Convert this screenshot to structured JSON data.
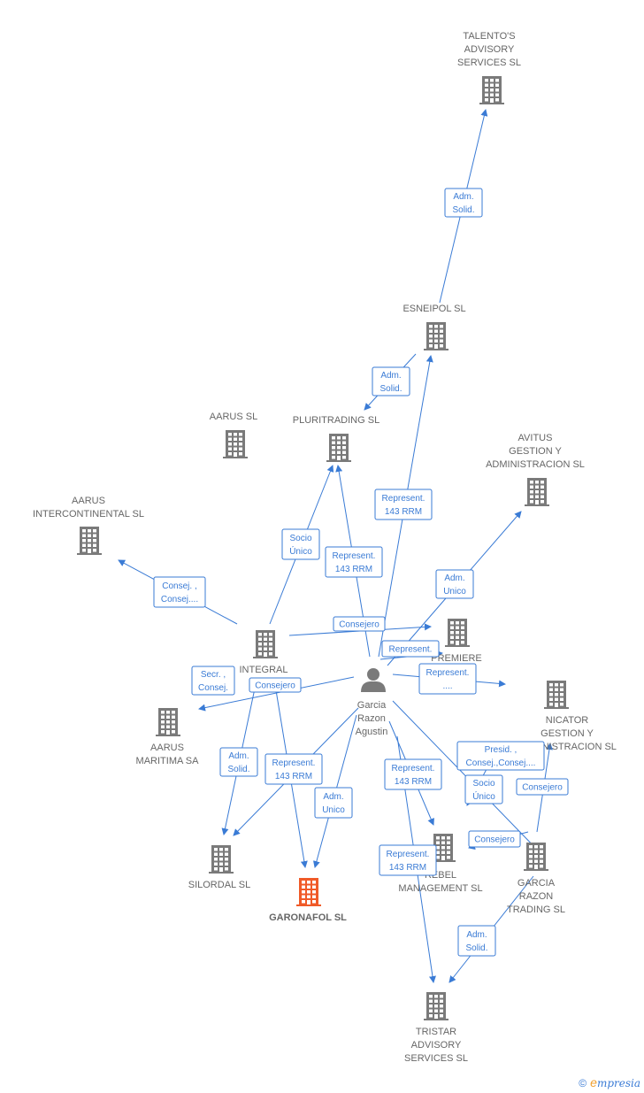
{
  "colors": {
    "building": "#7a7a7a",
    "focus": "#f05a28",
    "person": "#7a7a7a",
    "edge": "#3a7bd5"
  },
  "nodes": [
    {
      "id": "talentos",
      "lines": [
        "TALENTO'S",
        "ADVISORY",
        "SERVICES SL"
      ],
      "type": "building",
      "icon": "building-icon"
    },
    {
      "id": "esneipol",
      "lines": [
        "ESNEIPOL SL"
      ],
      "type": "building",
      "icon": "building-icon"
    },
    {
      "id": "aarus",
      "lines": [
        "AARUS SL"
      ],
      "type": "building",
      "icon": "building-icon"
    },
    {
      "id": "pluritrading",
      "lines": [
        "PLURITRADING SL"
      ],
      "type": "building",
      "icon": "building-icon"
    },
    {
      "id": "avitus",
      "lines": [
        "AVITUS",
        "GESTION Y",
        "ADMINISTRACION SL"
      ],
      "type": "building",
      "icon": "building-icon"
    },
    {
      "id": "aarusint",
      "lines": [
        "AARUS",
        "INTERCONTINENTAL SL"
      ],
      "type": "building",
      "icon": "building-icon"
    },
    {
      "id": "integral",
      "lines": [
        "INTEGRAL"
      ],
      "type": "building",
      "icon": "building-icon"
    },
    {
      "id": "premiere",
      "lines": [
        "PREMIERE"
      ],
      "type": "building",
      "icon": "building-icon"
    },
    {
      "id": "person",
      "lines": [
        "Garcia",
        "Razon",
        "Agustin"
      ],
      "type": "person",
      "icon": "person-icon"
    },
    {
      "id": "aarusmar",
      "lines": [
        "AARUS",
        "MARITIMA SA"
      ],
      "type": "building",
      "icon": "building-icon"
    },
    {
      "id": "nicator",
      "lines": [
        "NICATOR",
        "GESTION Y",
        "ADMINISTRACION SL"
      ],
      "type": "building",
      "icon": "building-icon"
    },
    {
      "id": "silordal",
      "lines": [
        "SILORDAL SL"
      ],
      "type": "building",
      "icon": "building-icon"
    },
    {
      "id": "garonafol",
      "lines": [
        "GARONAFOL SL"
      ],
      "type": "focus",
      "icon": "building-icon"
    },
    {
      "id": "rebel",
      "lines": [
        "REBEL",
        "MANAGEMENT SL"
      ],
      "type": "building",
      "icon": "building-icon"
    },
    {
      "id": "garciatrading",
      "lines": [
        "GARCIA",
        "RAZON",
        "TRADING SL"
      ],
      "type": "building",
      "icon": "building-icon"
    },
    {
      "id": "tristar",
      "lines": [
        "TRISTAR",
        "ADVISORY",
        "SERVICES  SL"
      ],
      "type": "building",
      "icon": "building-icon"
    }
  ],
  "edges": [
    {
      "lines": [
        "Adm.",
        "Solid."
      ]
    },
    {
      "lines": [
        "Adm.",
        "Solid."
      ]
    },
    {
      "lines": [
        "Represent.",
        "143 RRM"
      ]
    },
    {
      "lines": [
        "Socio",
        "Único"
      ]
    },
    {
      "lines": [
        "Represent.",
        "143 RRM"
      ]
    },
    {
      "lines": [
        "Consej. ,",
        "Consej...."
      ]
    },
    {
      "lines": [
        "Adm.",
        "Unico"
      ]
    },
    {
      "lines": [
        "Consejero"
      ]
    },
    {
      "lines": [
        "Represent."
      ]
    },
    {
      "lines": [
        "Represent.",
        "...."
      ]
    },
    {
      "lines": [
        "Secr. ,",
        "Consej."
      ]
    },
    {
      "lines": [
        "Consejero"
      ]
    },
    {
      "lines": [
        "Adm.",
        "Solid."
      ]
    },
    {
      "lines": [
        "Represent.",
        "143 RRM"
      ]
    },
    {
      "lines": [
        "Adm.",
        "Unico"
      ]
    },
    {
      "lines": [
        "Represent.",
        "143 RRM"
      ]
    },
    {
      "lines": [
        "Presid. ,",
        "Consej.,Consej...."
      ]
    },
    {
      "lines": [
        "Socio",
        "Único"
      ]
    },
    {
      "lines": [
        "Consejero"
      ]
    },
    {
      "lines": [
        "Consejero"
      ]
    },
    {
      "lines": [
        "Represent.",
        "143 RRM"
      ]
    },
    {
      "lines": [
        "Adm.",
        "Solid."
      ]
    }
  ],
  "footer": {
    "copyright": "©",
    "brand_initial": "e",
    "brand_rest": "mpresia"
  }
}
